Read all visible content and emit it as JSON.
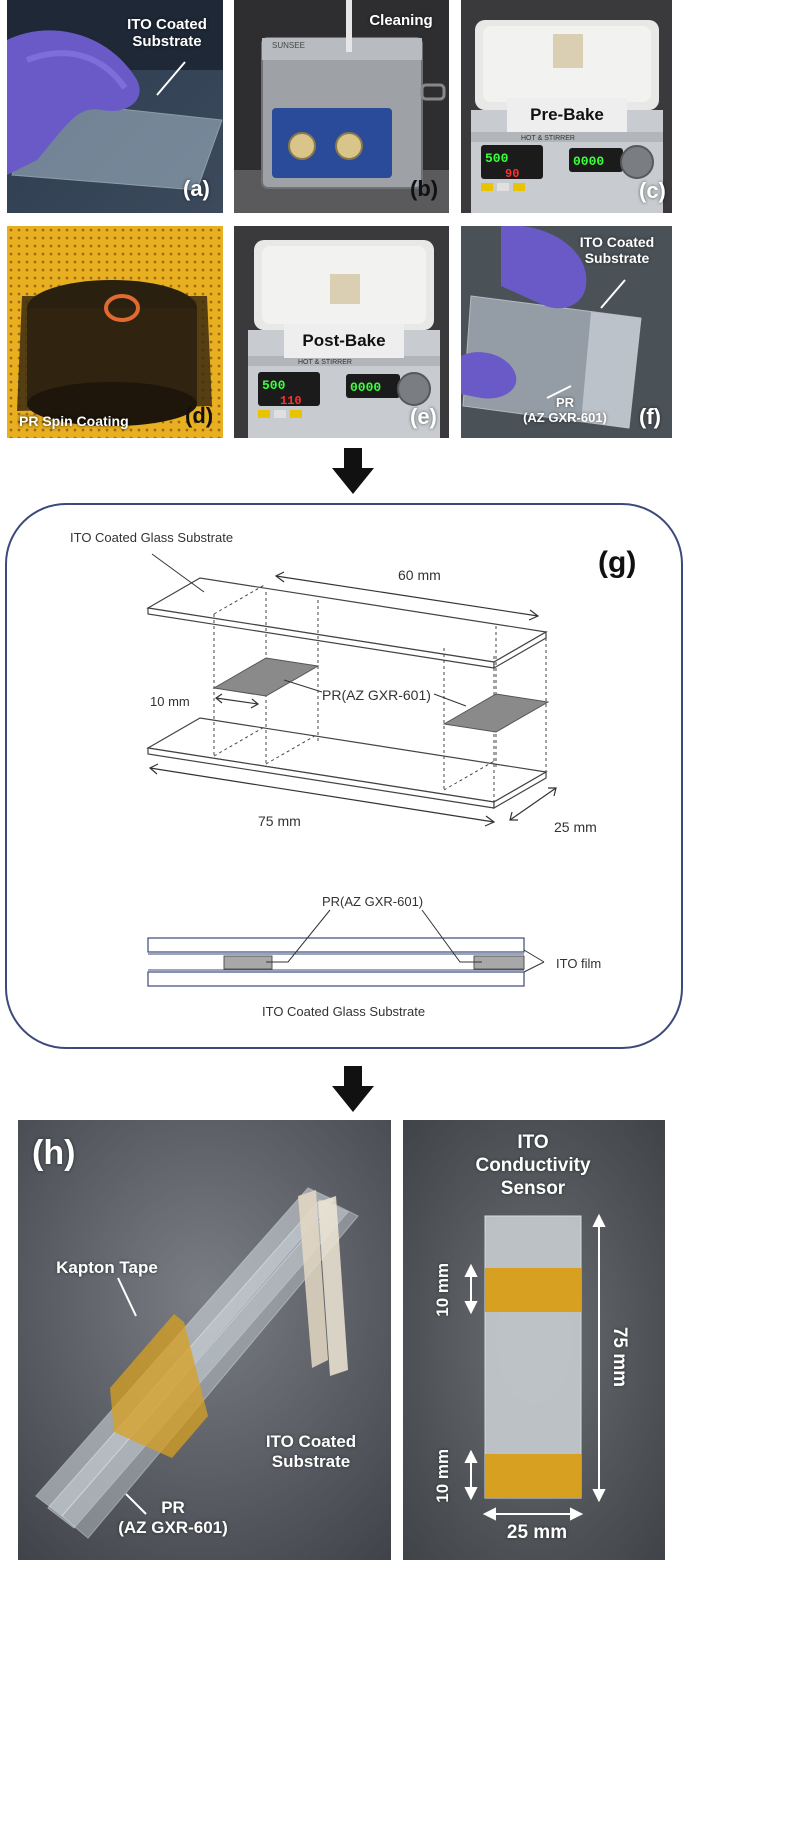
{
  "photos_top": {
    "a": {
      "callout": "ITO Coated\nSubstrate",
      "id": "(a)"
    },
    "b": {
      "callout": "Cleaning",
      "id": "(b)",
      "brand": "SUNSEE"
    },
    "c": {
      "box_label": "Pre-Bake",
      "id": "(c)",
      "display_left": "500",
      "display_temp": "90",
      "display_right": "0000",
      "device": "HOT & STIRRER"
    },
    "d": {
      "caption": "PR Spin Coating",
      "id": "(d)"
    },
    "e": {
      "box_label": "Post-Bake",
      "id": "(e)",
      "display_left": "500",
      "display_temp": "110",
      "display_right": "0000",
      "device": "HOT & STIRRER"
    },
    "f": {
      "callout_top": "ITO Coated\nSubstrate",
      "callout_bottom": "PR\n(AZ GXR-601)",
      "id": "(f)"
    }
  },
  "diagram_g": {
    "id": "(g)",
    "substrate_label": "ITO Coated Glass Substrate",
    "length_60": "60 mm",
    "width_10": "10 mm",
    "pr_label": "PR(AZ GXR-601)",
    "length_75": "75 mm",
    "width_25": "25 mm",
    "cross_pr_label": "PR(AZ GXR-601)",
    "ito_film": "ITO film",
    "cross_substrate": "ITO Coated Glass Substrate"
  },
  "photos_bottom": {
    "h": {
      "id": "(h)",
      "kapton": "Kapton Tape",
      "ito_substrate": "ITO Coated\nSubstrate",
      "pr": "PR\n(AZ GXR-601)"
    },
    "sensor": {
      "title": "ITO\nConductivity\nSensor",
      "top_width": "10 mm",
      "bottom_width": "10 mm",
      "length": "75 mm",
      "width": "25 mm"
    }
  },
  "colors": {
    "glove": "#7868d8",
    "kapton": "#d8a020",
    "pr_fill": "#8a8a8a",
    "frame": "#3a4a7a"
  }
}
